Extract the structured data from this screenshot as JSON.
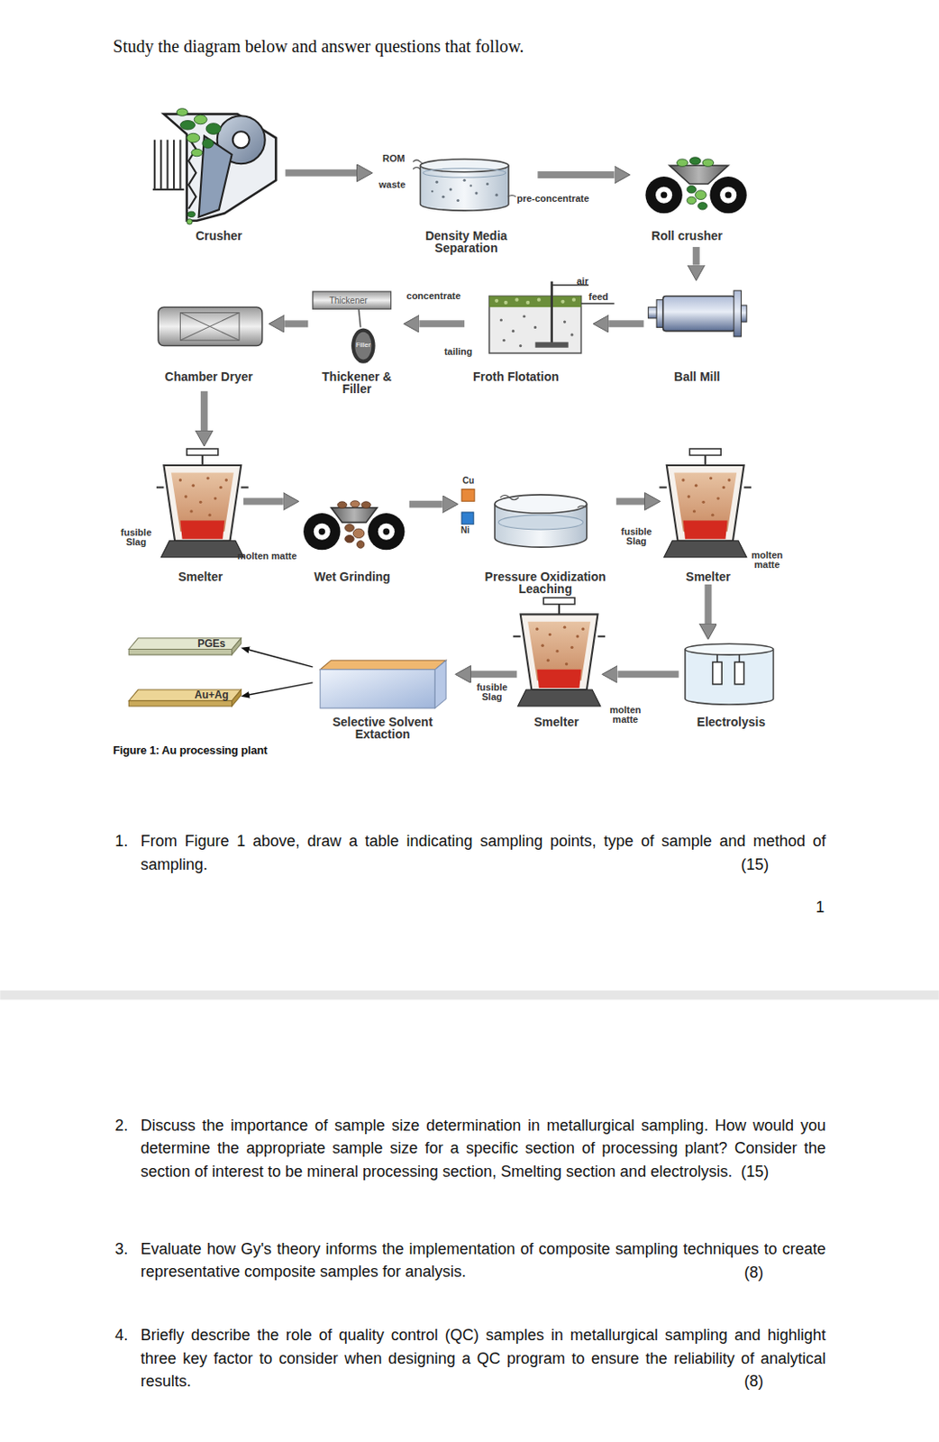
{
  "diagram": {
    "title": "Study the diagram below and answer questions that follow.",
    "caption": "Figure 1: Au processing plant",
    "nodes": [
      {
        "text": [
          "Crusher"
        ]
      },
      {
        "text": [
          "Density Media Separation"
        ]
      },
      {
        "text": [
          "Roll crusher"
        ]
      },
      {
        "text": [
          "Chamber Dryer"
        ]
      },
      {
        "text": [
          "Thickener & Filler"
        ]
      },
      {
        "text": [
          "Froth Flotation"
        ]
      },
      {
        "text": [
          "Ball Mill"
        ]
      },
      {
        "text": [
          "Smelter"
        ]
      },
      {
        "text": [
          "Wet Grinding"
        ]
      },
      {
        "text": [
          "Pressure Oxidization Leaching"
        ]
      },
      {
        "text": [
          "Smelter"
        ]
      },
      {
        "text": [
          "PGEs"
        ]
      },
      {
        "text": [
          "Au+Ag"
        ]
      },
      {
        "text": [
          "Selective Solvent Extaction"
        ]
      },
      {
        "text": [
          "Smelter"
        ]
      },
      {
        "text": [
          "Electrolysis"
        ]
      }
    ],
    "edges": [
      {
        "from": 0,
        "to": 1,
        "arrow": "to"
      },
      {
        "from": 1,
        "to": 2,
        "arrow": "to"
      },
      {
        "from": 2,
        "to": 6,
        "arrow": "to"
      },
      {
        "from": 6,
        "to": 5,
        "arrow": "to"
      },
      {
        "from": 5,
        "to": 4,
        "arrow": "to"
      },
      {
        "from": 4,
        "to": 3,
        "arrow": "to"
      },
      {
        "from": 3,
        "to": 7,
        "arrow": "to"
      },
      {
        "from": 7,
        "to": 8,
        "arrow": "to"
      },
      {
        "from": 8,
        "to": 9,
        "arrow": "to"
      },
      {
        "from": 9,
        "to": 10,
        "arrow": "to"
      },
      {
        "from": 10,
        "to": 15,
        "arrow": "to"
      },
      {
        "from": 15,
        "to": 14,
        "arrow": "to"
      },
      {
        "from": 14,
        "to": 13,
        "arrow": "to"
      },
      {
        "from": 13,
        "to": 11,
        "arrow": "to"
      },
      {
        "from": 13,
        "to": 12,
        "arrow": "to"
      }
    ],
    "labels": [
      "ROM",
      "waste",
      "pre-concentrate",
      "concentrate",
      "air",
      "feed",
      "tailing",
      "Thickener",
      "Filler",
      "fusible Slag",
      "molten matte",
      "Cu",
      "Ni",
      "fusible Slag",
      "molten matte",
      "fusible Slag",
      "molten matte",
      "1.",
      "From Figure 1 above, draw a table indicating sampling points, type of sample and method of sampling.",
      "(15)",
      "1",
      "2.",
      "Discuss the importance of sample size determination in metallurgical sampling. How would you determine the appropriate sample size for a specific section of processing plant? Consider the section of interest to be mineral processing section, Smelting section and electrolysis.",
      "(15)",
      "3.",
      "Evaluate how Gy's theory informs the implementation of composite sampling techniques to create representative composite samples for analysis.",
      "(8)",
      "4.",
      "Briefly describe the role of quality control (QC) samples in metallurgical sampling and highlight three key factor to consider when designing a QC program to ensure the reliability of analytical results.",
      "(8)"
    ]
  }
}
